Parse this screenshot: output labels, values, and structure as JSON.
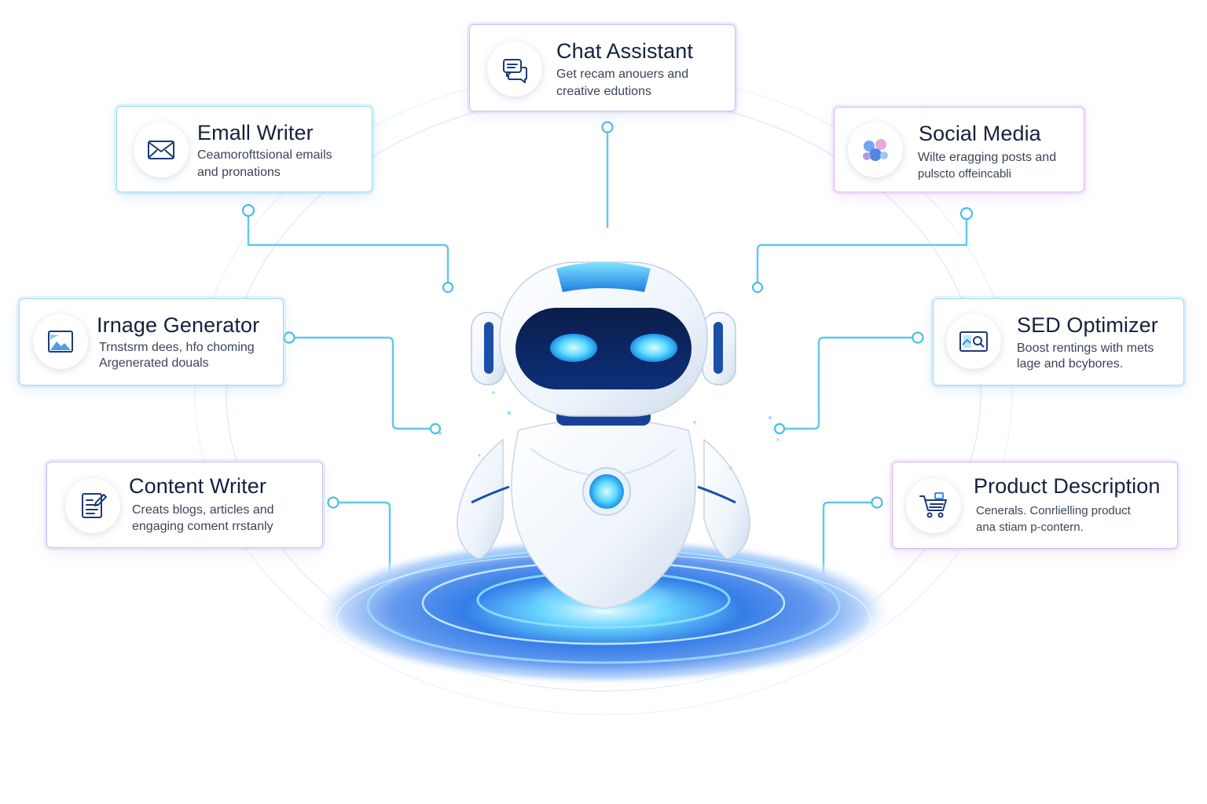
{
  "accent_color": "#3fb4ec",
  "secondary_color": "#b58be0",
  "cards": [
    {
      "id": "chat-assistant",
      "title": "Chat Assistant",
      "desc_line1": "Get recam anouers and",
      "desc_line2": "creative edutions",
      "icon": "chat-bubbles-icon"
    },
    {
      "id": "email-writer",
      "title": "Emall Writer",
      "desc_line1": "Ceamorofttsional emails",
      "desc_line2": "and pronations",
      "icon": "envelope-icon"
    },
    {
      "id": "social-media",
      "title": "Social Media",
      "desc_line1": "Wilte eragging posts and",
      "desc_line2": "pulscto offeincabli",
      "icon": "social-bubbles-icon"
    },
    {
      "id": "image-generator",
      "title": "Irnage Generator",
      "desc_line1": "Trnstsrm dees, hfo choming",
      "desc_line2": "Argenerated douals",
      "icon": "image-icon"
    },
    {
      "id": "seo-optimizer",
      "title": "SED Optimizer",
      "desc_line1": "Boost rentings with mets",
      "desc_line2": "lage and bcybores.",
      "icon": "seo-chart-icon"
    },
    {
      "id": "content-writer",
      "title": "Content Writer",
      "desc_line1": "Creats blogs, articles and",
      "desc_line2": "engaging coment rrstanly",
      "icon": "document-edit-icon"
    },
    {
      "id": "product-description",
      "title": "Product Description",
      "desc_line1": "Cenerals. Conrlielling product",
      "desc_line2": "ana stiam p-contern.",
      "icon": "shopping-cart-icon"
    }
  ]
}
